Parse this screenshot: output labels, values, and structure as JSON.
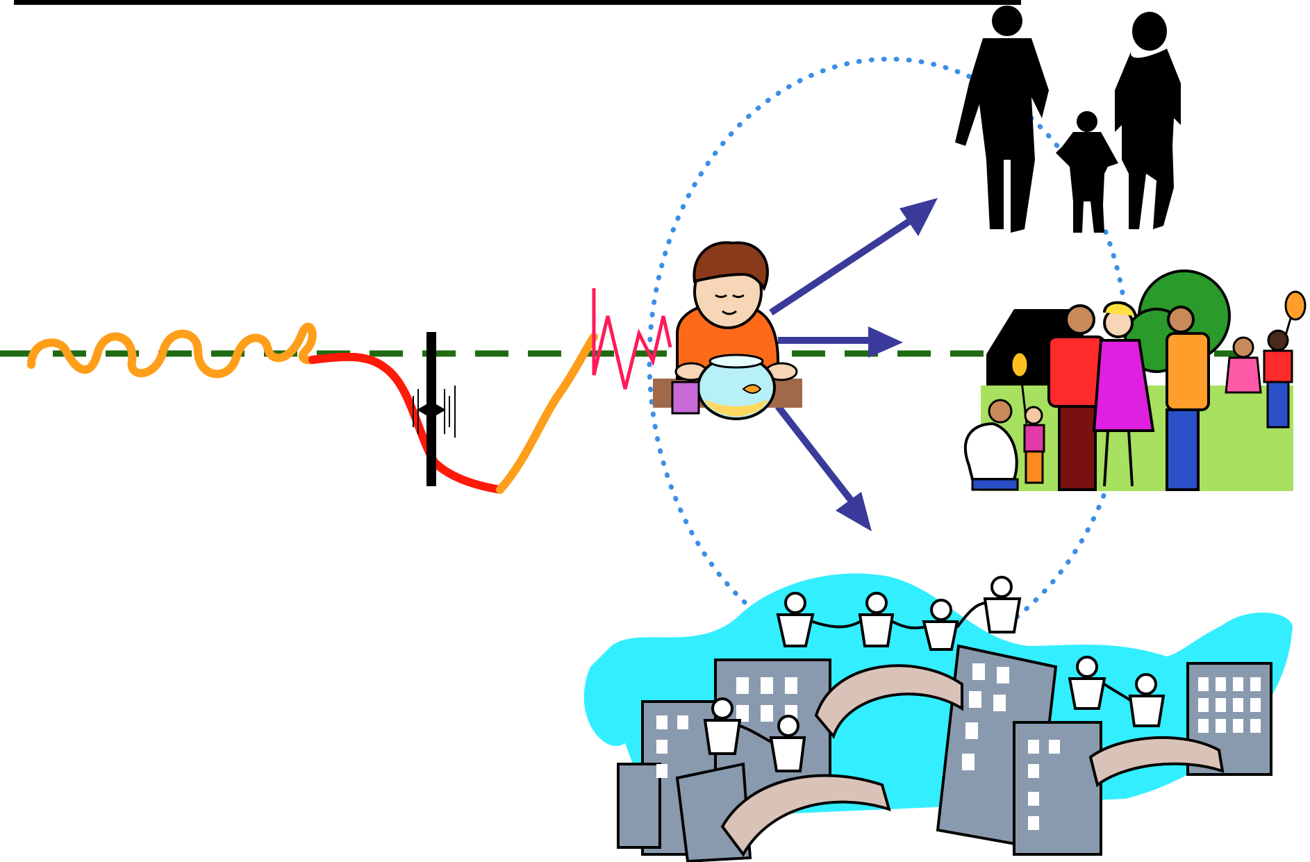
{
  "colors": {
    "background": "#ffffff",
    "baseline": "#1e6b12",
    "wave_orange": "#ff9e1a",
    "wave_red": "#ff1a0a",
    "spike_pink": "#ff1a5a",
    "barrier": "#000000",
    "arrow": "#3a3a9a",
    "dotted_circle": "#3a8fe6",
    "family_silhouette": "#000000",
    "community_sky": "#33eeff",
    "building": "#8a9aae",
    "window": "#ffffff",
    "grass": "#a8e060"
  },
  "scene": {
    "center_figure": "child-with-fishbowl",
    "targets": [
      "family-silhouette",
      "neighborhood-gathering",
      "city-community"
    ],
    "icons": [
      "family-icon",
      "neighbors-icon",
      "community-icon",
      "child-icon",
      "fishbowl-icon"
    ]
  }
}
